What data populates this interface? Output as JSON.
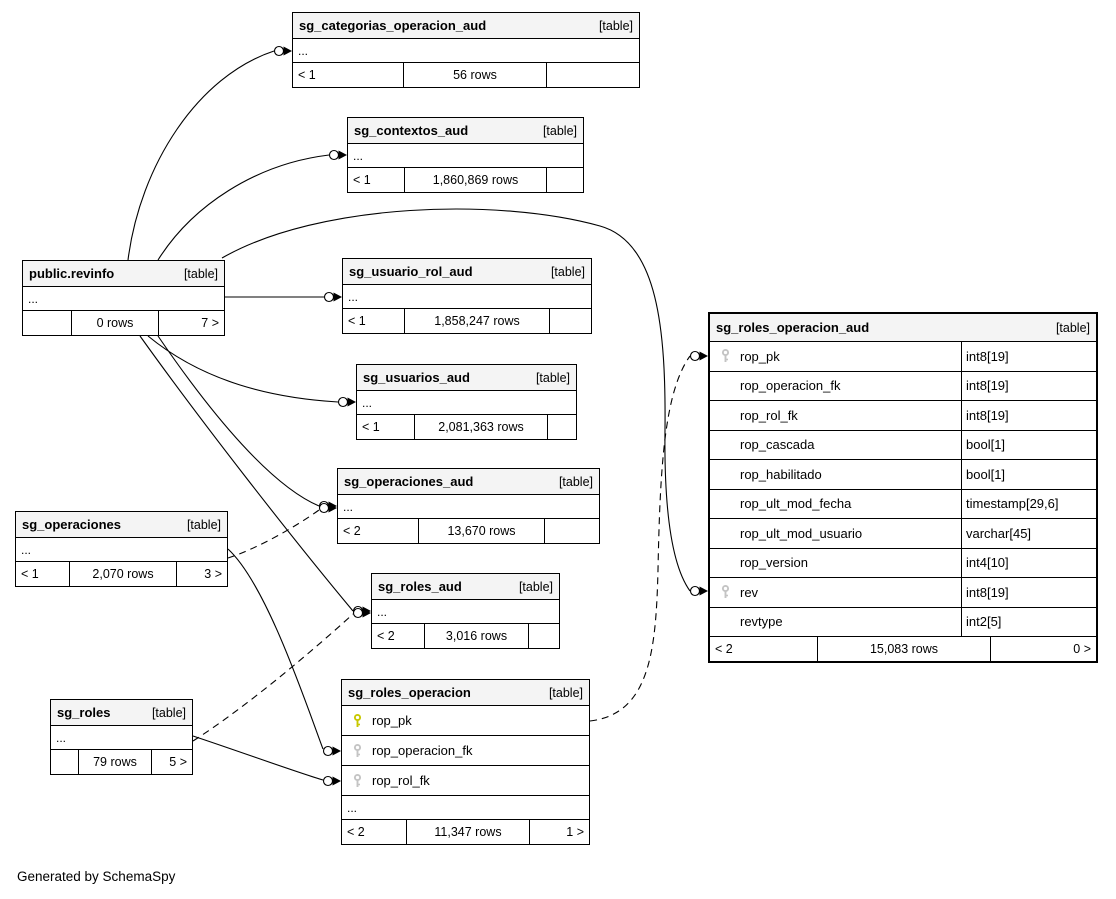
{
  "diagram": {
    "footer_note": "Generated by SchemaSpy"
  },
  "colors": {
    "primary_key": "#c8c800",
    "foreign_key": "#c4c4c4"
  },
  "tables": [
    {
      "id": "sg_categorias_operacion_aud",
      "name": "sg_categorias_operacion_aud",
      "tag": "[table]",
      "rows": [
        {
          "kind": "ellipsis",
          "name": "..."
        }
      ],
      "footer": [
        "< 1",
        "56 rows",
        ""
      ]
    },
    {
      "id": "sg_contextos_aud",
      "name": "sg_contextos_aud",
      "tag": "[table]",
      "rows": [
        {
          "kind": "ellipsis",
          "name": "..."
        }
      ],
      "footer": [
        "< 1",
        "1,860,869 rows",
        ""
      ]
    },
    {
      "id": "public.revinfo",
      "name": "public.revinfo",
      "tag": "[table]",
      "rows": [
        {
          "kind": "ellipsis",
          "name": "..."
        }
      ],
      "footer": [
        "",
        "0 rows",
        "7 >"
      ]
    },
    {
      "id": "sg_usuario_rol_aud",
      "name": "sg_usuario_rol_aud",
      "tag": "[table]",
      "rows": [
        {
          "kind": "ellipsis",
          "name": "..."
        }
      ],
      "footer": [
        "< 1",
        "1,858,247 rows",
        ""
      ]
    },
    {
      "id": "sg_usuarios_aud",
      "name": "sg_usuarios_aud",
      "tag": "[table]",
      "rows": [
        {
          "kind": "ellipsis",
          "name": "..."
        }
      ],
      "footer": [
        "< 1",
        "2,081,363 rows",
        ""
      ]
    },
    {
      "id": "sg_operaciones_aud",
      "name": "sg_operaciones_aud",
      "tag": "[table]",
      "rows": [
        {
          "kind": "ellipsis",
          "name": "..."
        }
      ],
      "footer": [
        "< 2",
        "13,670 rows",
        ""
      ]
    },
    {
      "id": "sg_operaciones",
      "name": "sg_operaciones",
      "tag": "[table]",
      "rows": [
        {
          "kind": "ellipsis",
          "name": "..."
        }
      ],
      "footer": [
        "< 1",
        "2,070 rows",
        "3 >"
      ]
    },
    {
      "id": "sg_roles_aud",
      "name": "sg_roles_aud",
      "tag": "[table]",
      "rows": [
        {
          "kind": "ellipsis",
          "name": "..."
        }
      ],
      "footer": [
        "< 2",
        "3,016 rows",
        ""
      ]
    },
    {
      "id": "sg_roles",
      "name": "sg_roles",
      "tag": "[table]",
      "rows": [
        {
          "kind": "ellipsis",
          "name": "..."
        }
      ],
      "footer": [
        "",
        "79 rows",
        "5 >"
      ]
    },
    {
      "id": "sg_roles_operacion",
      "name": "sg_roles_operacion",
      "tag": "[table]",
      "rows": [
        {
          "kind": "column",
          "key": "primary",
          "name": "rop_pk",
          "type": ""
        },
        {
          "kind": "column",
          "key": "foreign",
          "name": "rop_operacion_fk",
          "type": ""
        },
        {
          "kind": "column",
          "key": "foreign",
          "name": "rop_rol_fk",
          "type": ""
        },
        {
          "kind": "ellipsis",
          "name": "..."
        }
      ],
      "footer": [
        "< 2",
        "11,347 rows",
        "1 >"
      ]
    },
    {
      "id": "sg_roles_operacion_aud",
      "name": "sg_roles_operacion_aud",
      "tag": "[table]",
      "rows": [
        {
          "kind": "column",
          "key": "foreign",
          "name": "rop_pk",
          "type": "int8[19]"
        },
        {
          "kind": "column",
          "key": null,
          "name": "rop_operacion_fk",
          "type": "int8[19]"
        },
        {
          "kind": "column",
          "key": null,
          "name": "rop_rol_fk",
          "type": "int8[19]"
        },
        {
          "kind": "column",
          "key": null,
          "name": "rop_cascada",
          "type": "bool[1]"
        },
        {
          "kind": "column",
          "key": null,
          "name": "rop_habilitado",
          "type": "bool[1]"
        },
        {
          "kind": "column",
          "key": null,
          "name": "rop_ult_mod_fecha",
          "type": "timestamp[29,6]"
        },
        {
          "kind": "column",
          "key": null,
          "name": "rop_ult_mod_usuario",
          "type": "varchar[45]"
        },
        {
          "kind": "column",
          "key": null,
          "name": "rop_version",
          "type": "int4[10]"
        },
        {
          "kind": "column",
          "key": "foreign",
          "name": "rev",
          "type": "int8[19]"
        },
        {
          "kind": "column",
          "key": null,
          "name": "revtype",
          "type": "int2[5]"
        }
      ],
      "footer": [
        "< 2",
        "15,083 rows",
        "0 >"
      ]
    }
  ],
  "relationships": [
    {
      "from": "public.revinfo",
      "to": "sg_categorias_operacion_aud",
      "style": "solid"
    },
    {
      "from": "public.revinfo",
      "to": "sg_contextos_aud",
      "style": "solid"
    },
    {
      "from": "public.revinfo",
      "to": "sg_usuario_rol_aud",
      "style": "solid"
    },
    {
      "from": "public.revinfo",
      "to": "sg_roles_operacion_aud.rev",
      "style": "solid"
    },
    {
      "from": "public.revinfo",
      "to": "sg_usuarios_aud",
      "style": "solid"
    },
    {
      "from": "public.revinfo",
      "to": "sg_operaciones_aud",
      "style": "solid"
    },
    {
      "from": "public.revinfo",
      "to": "sg_roles_aud",
      "style": "solid"
    },
    {
      "from": "sg_operaciones",
      "to": "sg_roles_operacion.rop_operacion_fk",
      "style": "solid"
    },
    {
      "from": "sg_roles",
      "to": "sg_roles_operacion.rop_rol_fk",
      "style": "solid"
    },
    {
      "from": "sg_operaciones",
      "to": "sg_operaciones_aud",
      "style": "dashed"
    },
    {
      "from": "sg_roles",
      "to": "sg_roles_aud",
      "style": "dashed"
    },
    {
      "from": "sg_roles_operacion.rop_pk",
      "to": "sg_roles_operacion_aud.rop_pk",
      "style": "dashed"
    }
  ]
}
